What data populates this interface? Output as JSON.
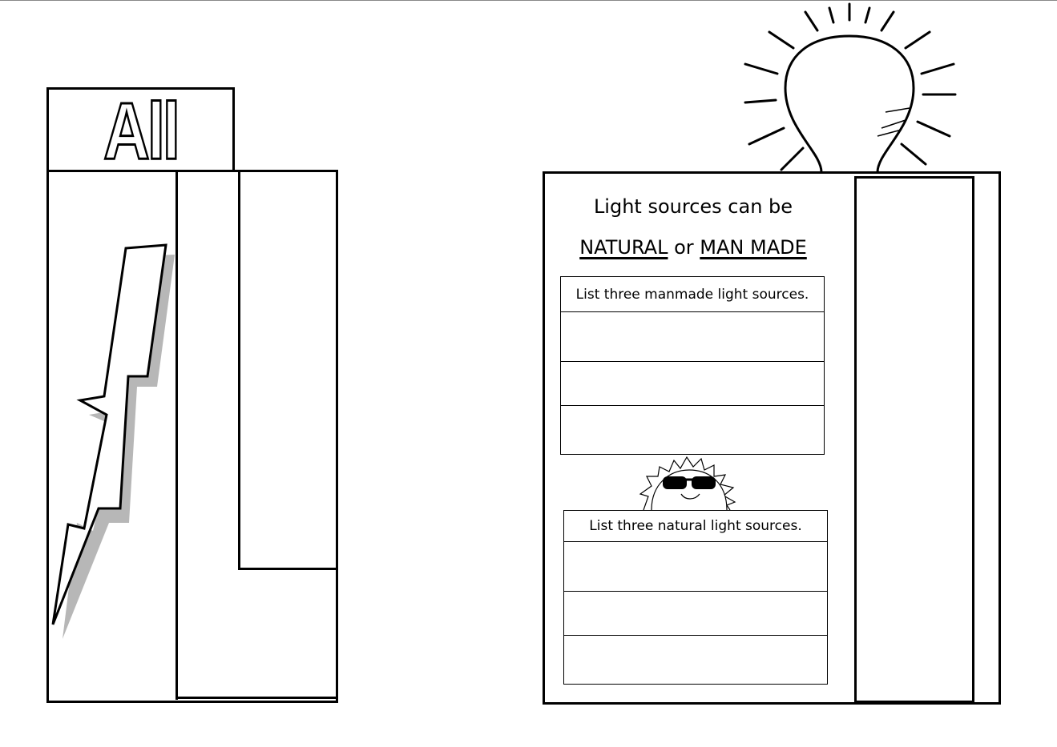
{
  "left_panel": {
    "title": "All"
  },
  "right_panel": {
    "heading_line1": "Light sources can be",
    "natural": "NATURAL",
    "or": "or",
    "man_made": "MAN MADE",
    "table_manmade": {
      "header": "List three manmade light sources.",
      "rows": [
        "",
        "",
        ""
      ]
    },
    "table_natural": {
      "header": "List three natural light sources.",
      "rows": [
        "",
        "",
        ""
      ]
    }
  }
}
